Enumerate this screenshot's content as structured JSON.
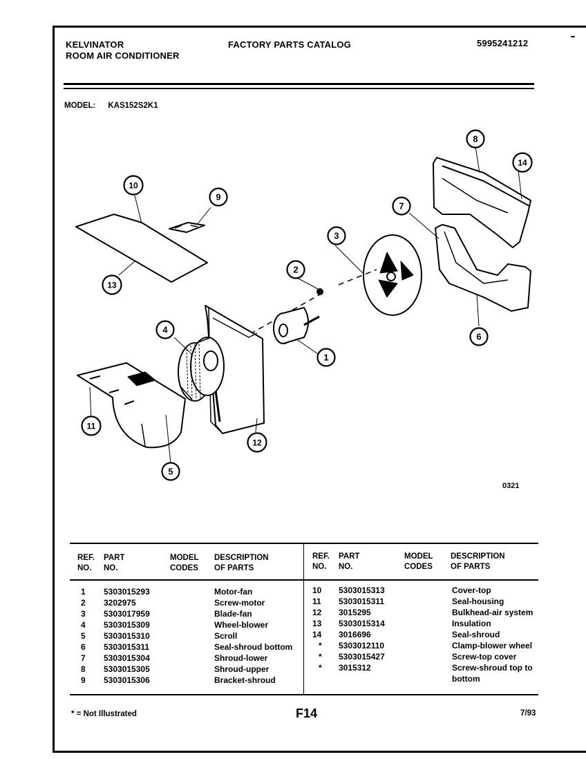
{
  "header": {
    "brand_line1": "KELVINATOR",
    "brand_line2": "ROOM AIR CONDITIONER",
    "catalog_title": "FACTORY PARTS CATALOG",
    "catalog_number": "5995241212",
    "model_label": "MODEL:",
    "model_value": "KAS152S2K1"
  },
  "diagram": {
    "callouts": [
      "1",
      "2",
      "3",
      "4",
      "5",
      "6",
      "7",
      "8",
      "9",
      "10",
      "11",
      "12",
      "13",
      "14"
    ],
    "figure_code": "0321"
  },
  "table": {
    "headers": {
      "ref": "REF.\nNO.",
      "part": "PART\nNO.",
      "codes": "MODEL\nCODES",
      "desc": "DESCRIPTION\nOF PARTS"
    },
    "left": {
      "ref": [
        "1",
        "2",
        "3",
        "4",
        "5",
        "6",
        "7",
        "8",
        "9"
      ],
      "part": [
        "5303015293",
        "3202975",
        "5303017959",
        "5303015309",
        "5303015310",
        "5303015311",
        "5303015304",
        "5303015305",
        "5303015306"
      ],
      "desc": [
        "Motor-fan",
        "Screw-motor",
        "Blade-fan",
        "Wheel-blower",
        "Scroll",
        "Seal-shroud bottom",
        "Shroud-lower",
        "Shroud-upper",
        "Bracket-shroud"
      ]
    },
    "right": {
      "ref": [
        "10",
        "11",
        "12",
        "13",
        "14",
        "*",
        "*",
        "*"
      ],
      "part": [
        "5303015313",
        "5303015311",
        "3015295",
        "5303015314",
        "3016696",
        "5303012110",
        "5303015427",
        "3015312"
      ],
      "desc": [
        "Cover-top",
        "Seal-housing",
        "Bulkhead-air system",
        "Insulation",
        "Seal-shroud",
        "Clamp-blower wheel",
        "Screw-top cover",
        "Screw-shroud top to",
        "bottom"
      ]
    }
  },
  "footer": {
    "note": "* = Not Illustrated",
    "page": "F14",
    "date": "7/93"
  }
}
